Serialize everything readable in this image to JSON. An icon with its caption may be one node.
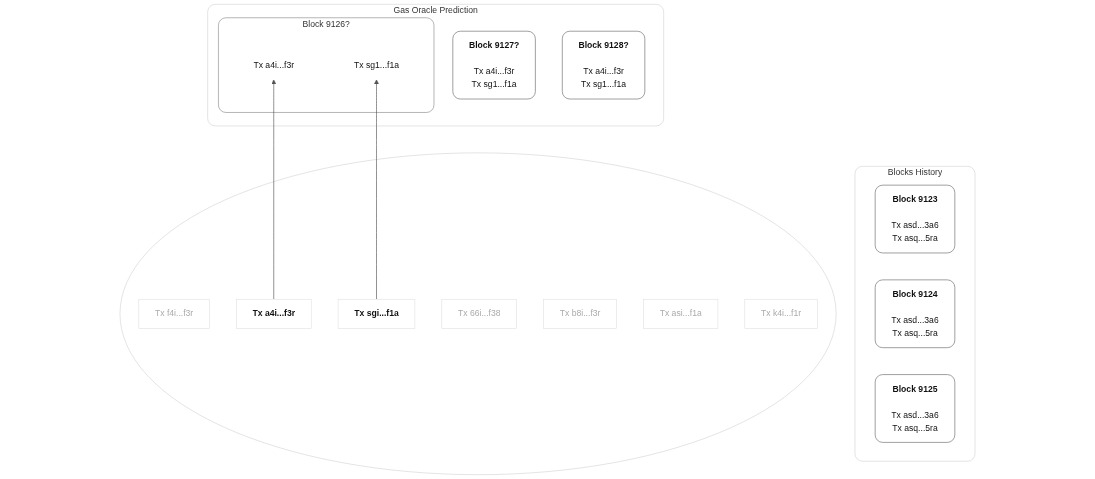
{
  "diagram": {
    "nodes": [
      {
        "text": [
          "Blocks History"
        ]
      },
      {
        "text": [
          "Block 9123",
          "Tx asd...3a6",
          "Tx asq...5ra"
        ],
        "in": 0
      },
      {
        "text": [
          "Block 9124",
          "Tx asd...3a6",
          "Tx asq...5ra"
        ],
        "in": 0
      },
      {
        "text": [
          "Block 9125",
          "Tx asd...3a6",
          "Tx asq...5ra"
        ],
        "in": 0
      },
      {
        "text": [
          "Gas Oracle Prediction"
        ]
      },
      {
        "text": [
          "Block 9126?"
        ],
        "in": 4
      },
      {
        "text": [
          "Tx a4i...f3r"
        ],
        "in": 5
      },
      {
        "text": [
          "Tx sg1...f1a"
        ],
        "in": 5
      },
      {
        "text": [
          "Block 9127?",
          "Tx a4i...f3r",
          "Tx sg1...f1a"
        ],
        "in": 4
      },
      {
        "text": [
          "Block 9128?",
          "Tx a4i...f3r",
          "Tx sg1...f1a"
        ],
        "in": 4
      },
      {
        "text": [],
        "shape": "ellipse"
      },
      {
        "text": [
          "Tx f4i...f3r"
        ],
        "in": 10
      },
      {
        "text": [
          "Tx a4i...f3r"
        ],
        "in": 10
      },
      {
        "text": [
          "Tx sgi...f1a"
        ],
        "in": 10
      },
      {
        "text": [
          "Tx 66i...f38"
        ],
        "in": 10
      },
      {
        "text": [
          "Tx b8i...f3r"
        ],
        "in": 10
      },
      {
        "text": [
          "Tx asi...f1a"
        ],
        "in": 10
      },
      {
        "text": [
          "Tx k4i...f1r"
        ],
        "in": 10
      }
    ],
    "edges": [
      {
        "from": 12,
        "to": 6,
        "arrow": "to"
      },
      {
        "from": 13,
        "to": 7,
        "arrow": "to"
      }
    ]
  }
}
